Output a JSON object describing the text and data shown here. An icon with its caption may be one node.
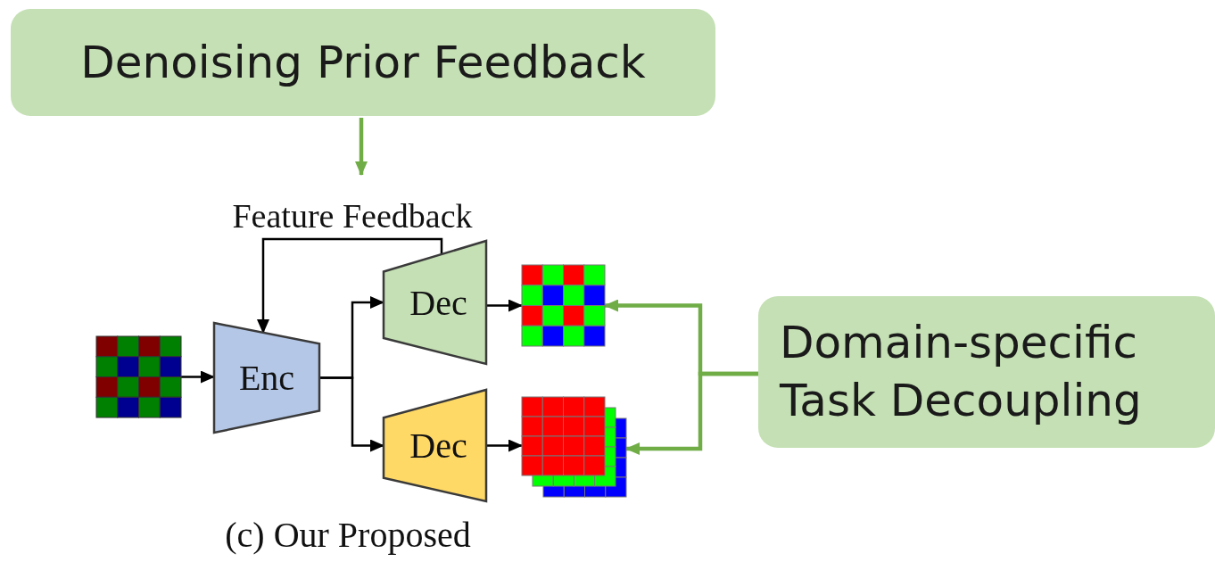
{
  "diagram": {
    "caption": "(c) Our Proposed",
    "nodes": [
      {
        "text": [
          "Denoising Prior Feedback"
        ]
      },
      {
        "text": [],
        "shape": "picture"
      },
      {
        "text": [
          "Enc"
        ]
      },
      {
        "text": [
          "Dec"
        ]
      },
      {
        "text": [
          "Dec"
        ]
      },
      {
        "text": [],
        "shape": "picture"
      },
      {
        "text": [],
        "shape": "picture"
      },
      {
        "text": [
          "Domain-specific Task Decoupling"
        ]
      }
    ],
    "edges": [
      {
        "from": 0,
        "to": null,
        "arrow": "to",
        "color": "#70ad47"
      },
      {
        "from": 1,
        "to": 2,
        "arrow": "to"
      },
      {
        "from": 2,
        "to": 3,
        "arrow": "to"
      },
      {
        "from": 2,
        "to": 4,
        "arrow": "to"
      },
      {
        "from": 3,
        "to": 2,
        "arrow": "to",
        "label": "Feature Feedback"
      },
      {
        "from": 3,
        "to": 5,
        "arrow": "to"
      },
      {
        "from": 4,
        "to": 6,
        "arrow": "to"
      },
      {
        "from": 7,
        "to": 5,
        "arrow": "to",
        "color": "#70ad47"
      },
      {
        "from": 7,
        "to": 6,
        "arrow": "to",
        "color": "#70ad47"
      }
    ]
  }
}
